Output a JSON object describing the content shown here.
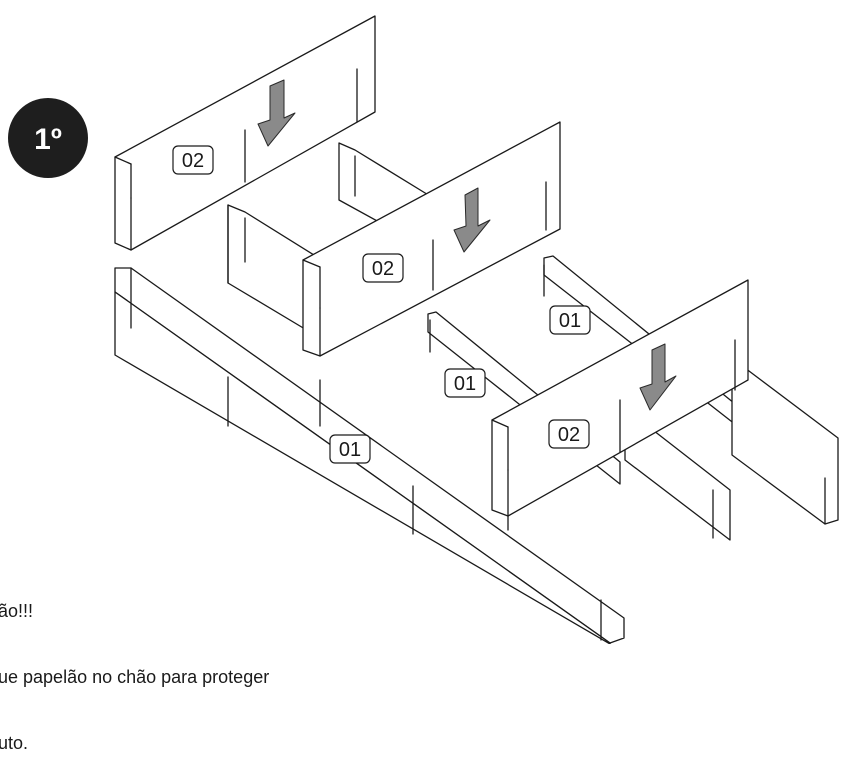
{
  "step": {
    "label": "1º"
  },
  "tags": {
    "top_panel": "02",
    "middle_panel": "02",
    "front_panel": "02",
    "back_right_long": "01",
    "center_long": "01",
    "front_long": "01"
  },
  "note": {
    "lines": [
      "ão!!!",
      "ue papelão no chão para proteger",
      "uto."
    ]
  },
  "icons": {
    "arrows": "down-arrow-icon"
  },
  "colors": {
    "line": "#1a1a1a",
    "arrow": "#8a8a8a",
    "badge": "#1e1e1e"
  }
}
